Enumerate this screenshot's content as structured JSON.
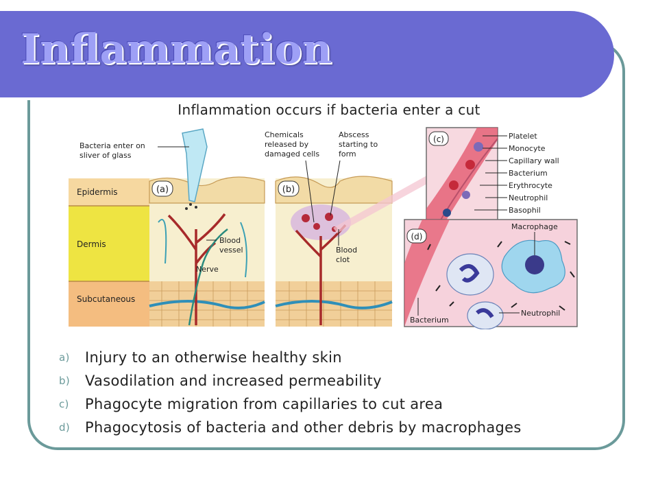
{
  "slide": {
    "title": "Inflammation",
    "caption": "Inflammation occurs if bacteria enter a cut"
  },
  "figure": {
    "panel_a": {
      "tag": "(a)",
      "pointer_label_1": "Bacteria enter on",
      "pointer_label_2": "sliver of glass",
      "layers": [
        "Epidermis",
        "Dermis",
        "Subcutaneous"
      ],
      "blood_vessel_1": "Blood",
      "blood_vessel_2": "vessel",
      "nerve": "Nerve"
    },
    "panel_b": {
      "tag": "(b)",
      "chemicals_1": "Chemicals",
      "chemicals_2": "released by",
      "chemicals_3": "damaged cells",
      "abscess_1": "Abscess",
      "abscess_2": "starting to",
      "abscess_3": "form",
      "clot_1": "Blood",
      "clot_2": "clot"
    },
    "panel_c": {
      "tag": "(c)",
      "labels": [
        "Platelet",
        "Monocyte",
        "Capillary wall",
        "Bacterium",
        "Erythrocyte",
        "Neutrophil",
        "Basophil"
      ]
    },
    "panel_d": {
      "tag": "(d)",
      "macrophage": "Macrophage",
      "bacterium": "Bacterium",
      "neutrophil": "Neutrophil"
    }
  },
  "points": [
    {
      "marker": "a)",
      "text": "Injury to an otherwise healthy skin"
    },
    {
      "marker": "b)",
      "text": "Vasodilation and increased permeability"
    },
    {
      "marker": "c)",
      "text": "Phagocyte migration from capillaries to cut area"
    },
    {
      "marker": "d)",
      "text": "Phagocytosis of bacteria and other debris by macrophages"
    }
  ]
}
